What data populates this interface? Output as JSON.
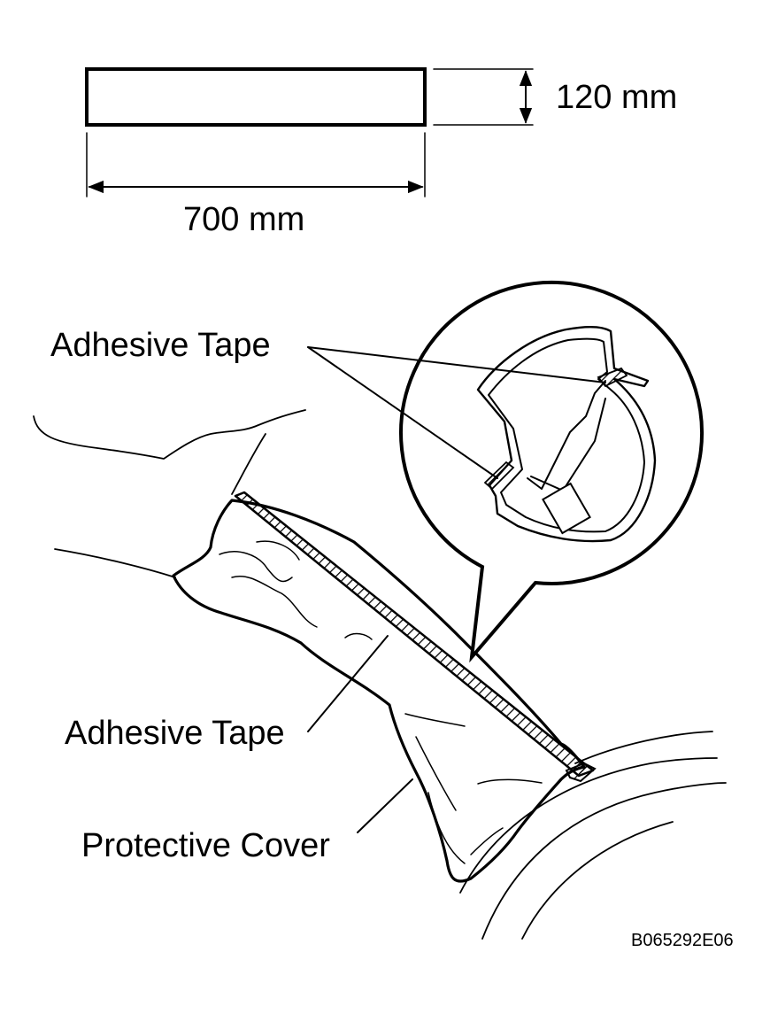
{
  "dimensions": {
    "height_label": "120 mm",
    "width_label": "700 mm"
  },
  "callouts": {
    "adhesive_tape_top": "Adhesive Tape",
    "adhesive_tape_bottom": "Adhesive Tape",
    "protective_cover": "Protective Cover"
  },
  "figure_code": "B065292E06"
}
